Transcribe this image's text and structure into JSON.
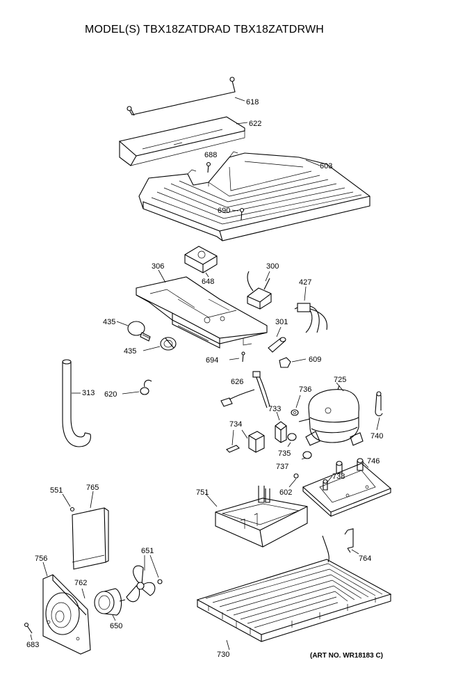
{
  "header": {
    "title": "MODEL(S) TBX18ZATDRAD TBX18ZATDRWH"
  },
  "footer": {
    "art_no": "(ART NO. WR18183 C)"
  },
  "part_labels": {
    "p618": "618",
    "p622": "622",
    "p688": "688",
    "p603": "603",
    "p690": "690",
    "p306": "306",
    "p648": "648",
    "p300": "300",
    "p427": "427",
    "p435a": "435",
    "p435b": "435",
    "p301": "301",
    "p694": "694",
    "p609": "609",
    "p313": "313",
    "p620": "620",
    "p626": "626",
    "p736": "736",
    "p725": "725",
    "p733": "733",
    "p740": "740",
    "p734": "734",
    "p735": "735",
    "p737": "737",
    "p746": "746",
    "p738": "738",
    "p602": "602",
    "p551": "551",
    "p765": "765",
    "p751": "751",
    "p764": "764",
    "p756": "756",
    "p651": "651",
    "p762": "762",
    "p650": "650",
    "p683": "683",
    "p730": "730"
  }
}
